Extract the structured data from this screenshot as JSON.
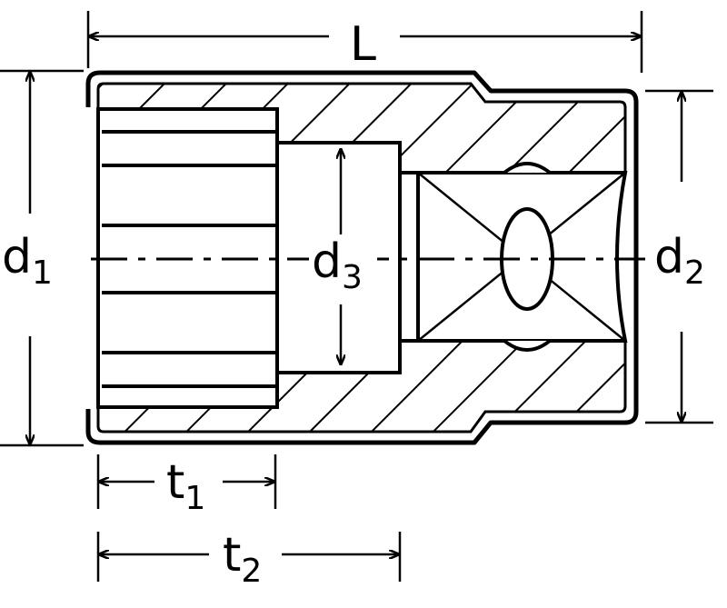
{
  "title": "Socket dimension drawing",
  "labels": {
    "L": "L",
    "d1": "d",
    "d1_sub": "1",
    "d2": "d",
    "d2_sub": "2",
    "d3": "d",
    "d3_sub": "3",
    "t1": "t",
    "t1_sub": "1",
    "t2": "t",
    "t2_sub": "2"
  },
  "colors": {
    "line": "#000000",
    "background": "#ffffff"
  }
}
